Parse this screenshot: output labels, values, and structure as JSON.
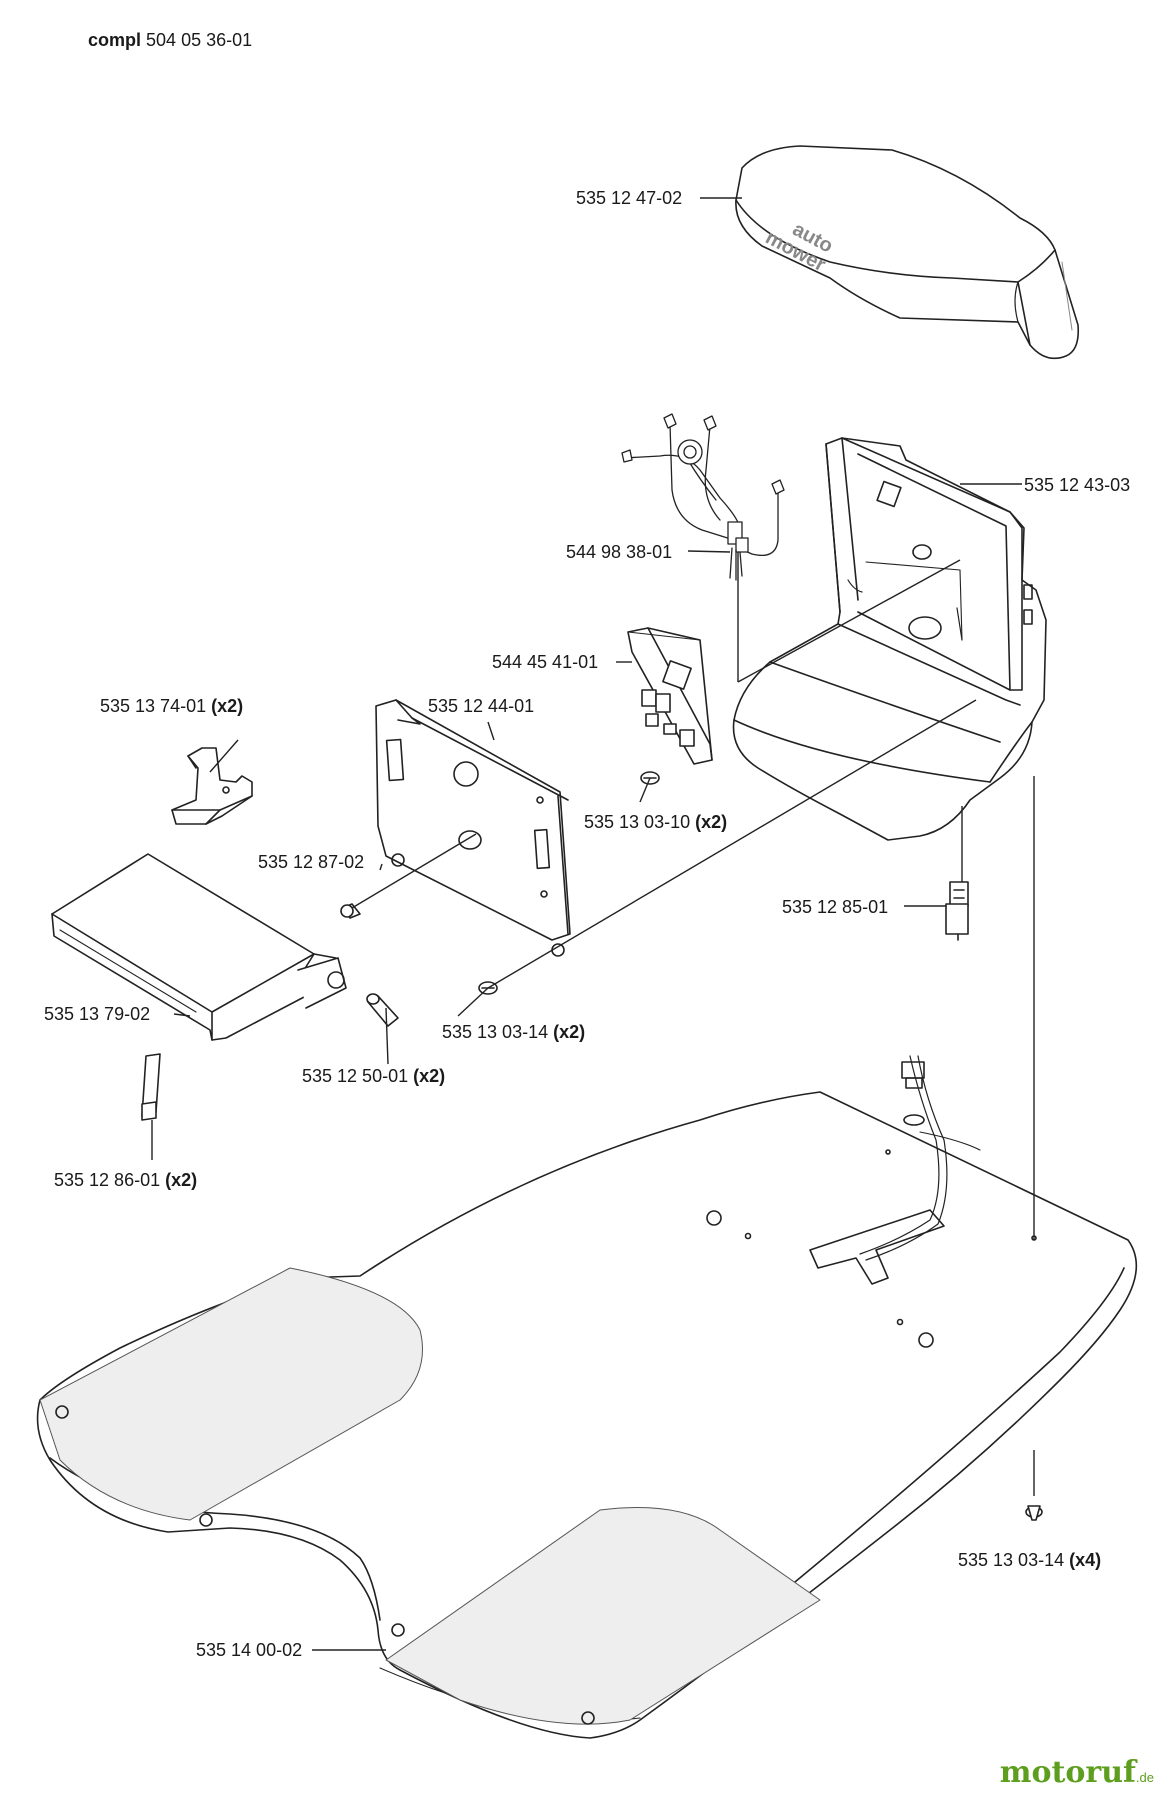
{
  "header": {
    "prefix": "compl",
    "number": "504 05 36-01"
  },
  "parts": [
    {
      "id": "cover",
      "number": "535 12 47-02",
      "qty": ""
    },
    {
      "id": "housing",
      "number": "535 12 43-03",
      "qty": ""
    },
    {
      "id": "cable-harness",
      "number": "544 98 38-01",
      "qty": ""
    },
    {
      "id": "circuit-board",
      "number": "544 45 41-01",
      "qty": ""
    },
    {
      "id": "bracket",
      "number": "535 13 74-01",
      "qty": "(x2)"
    },
    {
      "id": "mounting-plate",
      "number": "535 12 44-01",
      "qty": ""
    },
    {
      "id": "pin-small",
      "number": "535 12 87-02",
      "qty": ""
    },
    {
      "id": "screw-board",
      "number": "535 13 03-10",
      "qty": "(x2)"
    },
    {
      "id": "connector",
      "number": "535 12 85-01",
      "qty": ""
    },
    {
      "id": "lid",
      "number": "535 13 79-02",
      "qty": ""
    },
    {
      "id": "screw-plate",
      "number": "535 13 03-14",
      "qty": "(x2)"
    },
    {
      "id": "pin",
      "number": "535 12 50-01",
      "qty": "(x2)"
    },
    {
      "id": "strip",
      "number": "535 12 86-01",
      "qty": "(x2)"
    },
    {
      "id": "screw-base",
      "number": "535 13 03-14",
      "qty": "(x4)"
    },
    {
      "id": "base-plate",
      "number": "535 14 00-02",
      "qty": ""
    }
  ],
  "cover_text": [
    "auto",
    "mower"
  ],
  "watermark": {
    "name": "motoruf",
    "suffix": ".de",
    "color": "#5e9e1e"
  }
}
